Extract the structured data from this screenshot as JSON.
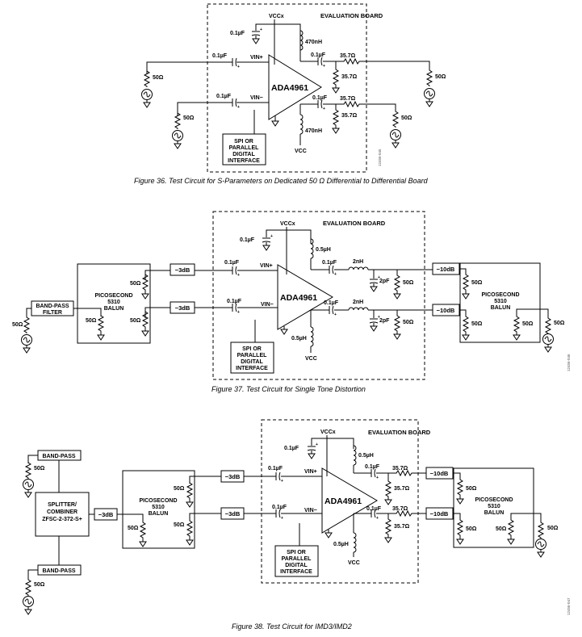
{
  "fig36": {
    "caption": "Figure 36. Test Circuit for S-Parameters on Dedicated 50 Ω Differential to Differential Board",
    "board": "EVALUATION BOARD",
    "chip": "ADA4961",
    "vccx": "VCCx",
    "vcc": "VCC",
    "cap_top": "0.1µF",
    "ind_top": "470nH",
    "ind_bot": "470nH",
    "cin_p": "0.1µF",
    "cin_n": "0.1µF",
    "cout_p": "0.1µF",
    "cout_n": "0.1µF",
    "vin_p": "VIN+",
    "vin_n": "VIN−",
    "r_out_p": "35.7Ω",
    "r_sh_p": "35.7Ω",
    "r_out_n": "35.7Ω",
    "r_sh_n": "35.7Ω",
    "src_p": "50Ω",
    "src_n": "50Ω",
    "load_p": "50Ω",
    "load_n": "50Ω",
    "spi": [
      "SPI OR",
      "PARALLEL",
      "DIGITAL",
      "INTERFACE"
    ],
    "code": "12456-045"
  },
  "fig37": {
    "caption": "Figure 37. Test Circuit for Single Tone Distortion",
    "board": "EVALUATION BOARD",
    "chip": "ADA4961",
    "vccx": "VCCx",
    "vcc": "VCC",
    "cap_top": "0.1µF",
    "ind_top": "0.5µH",
    "ind_bot": "0.5µH",
    "cin_p": "0.1µF",
    "cin_n": "0.1µF",
    "cout_p": "0.1µF",
    "cout_n": "0.1µF",
    "vin_p": "VIN+",
    "vin_n": "VIN−",
    "l_p": "2nH",
    "l_n": "2nH",
    "c_p": "2pF",
    "c_n": "2pF",
    "r_p": "50Ω",
    "r_n": "50Ω",
    "att_in_p": "−3dB",
    "att_in_n": "−3dB",
    "att_out_p": "−10dB",
    "att_out_n": "−10dB",
    "balun_l": [
      "PICOSECOND",
      "5310",
      "BALUN"
    ],
    "balun_r": [
      "PICOSECOND",
      "5310",
      "BALUN"
    ],
    "bl_r1": "50Ω",
    "bl_r2": "50Ω",
    "bl_r3": "50Ω",
    "br_r1": "50Ω",
    "br_r2": "50Ω",
    "br_r3": "50Ω",
    "filter": [
      "BAND-PASS",
      "FILTER"
    ],
    "src": "50Ω",
    "load": "50Ω",
    "spi": [
      "SPI OR",
      "PARALLEL",
      "DIGITAL",
      "INTERFACE"
    ],
    "code": "12456-046"
  },
  "fig38": {
    "caption": "Figure 38. Test Circuit for IMD3/IMD2",
    "board": "EVALUATION BOARD",
    "chip": "ADA4961",
    "vccx": "VCCx",
    "vcc": "VCC",
    "cap_top": "0.1µF",
    "ind_top": "0.5µH",
    "ind_bot": "0.5µH",
    "cin_p": "0.1µF",
    "cin_n": "0.1µF",
    "cout_p": "0.1µF",
    "cout_n": "0.1µF",
    "vin_p": "VIN+",
    "vin_n": "VIN−",
    "r_out_p": "35.7Ω",
    "r_sh_p": "35.7Ω",
    "r_out_n": "35.7Ω",
    "r_sh_n": "35.7Ω",
    "att_in_p": "−3dB",
    "att_in_n": "−3dB",
    "att_comb": "−3dB",
    "att_out_p": "−10dB",
    "att_out_n": "−10dB",
    "balun_l": [
      "PICOSECOND",
      "5310",
      "BALUN"
    ],
    "balun_r": [
      "PICOSECOND",
      "5310",
      "BALUN"
    ],
    "bl_r1": "50Ω",
    "bl_r2": "50Ω",
    "bl_r3": "50Ω",
    "br_r1": "50Ω",
    "br_r2": "50Ω",
    "br_r3": "50Ω",
    "bp_top": "BAND-PASS",
    "bp_bot": "BAND-PASS",
    "splitter": [
      "SPLITTER/",
      "COMBINER",
      "ZFSC-2-372-S+"
    ],
    "src_top": "50Ω",
    "src_bot": "50Ω",
    "load": "50Ω",
    "spi": [
      "SPI OR",
      "PARALLEL",
      "DIGITAL",
      "INTERFACE"
    ],
    "code": "12456-047"
  }
}
